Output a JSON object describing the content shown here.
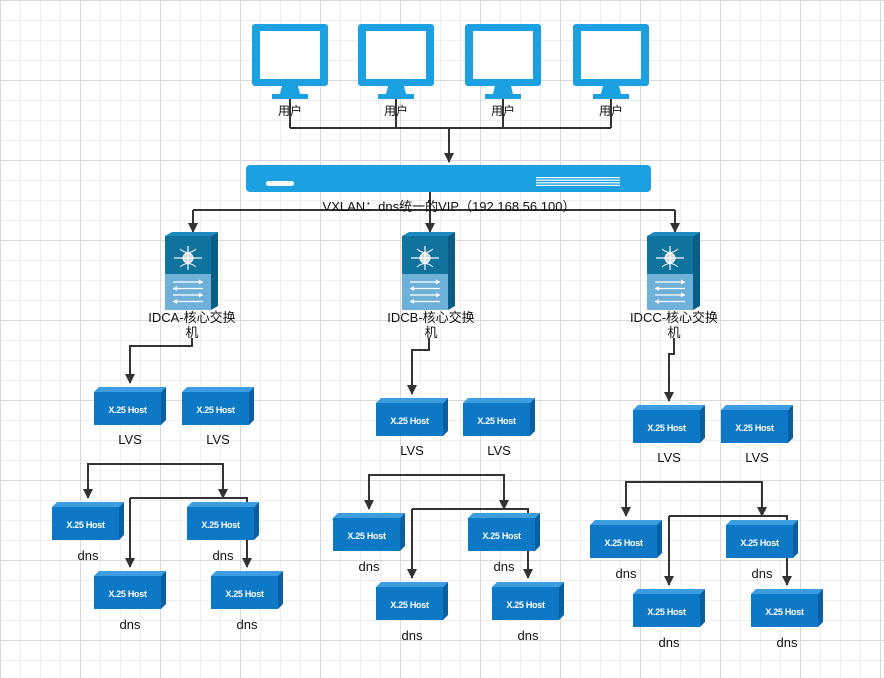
{
  "users": [
    {
      "label": "用户"
    },
    {
      "label": "用户"
    },
    {
      "label": "用户"
    },
    {
      "label": "用户"
    }
  ],
  "gateway": {
    "label": "VXLAN：dns统一的VIP（192.168.56.100）"
  },
  "colors": {
    "monitor": "#1ba1e2",
    "bar": "#1ba1e2",
    "host_front": "#0d78c6",
    "host_top": "#3c9ee0",
    "host_side": "#0a5fa0",
    "switch_top": "#10739e",
    "switch_bottom": "#6fb0d9",
    "line": "#333333"
  },
  "clusters": [
    {
      "switch": {
        "label_line1": "IDCA-核心交换",
        "label_line2": "机"
      },
      "lvs": [
        {
          "host": "X.25 Host",
          "label": "LVS"
        },
        {
          "host": "X.25 Host",
          "label": "LVS"
        }
      ],
      "dns": [
        {
          "host": "X.25 Host",
          "label": "dns"
        },
        {
          "host": "X.25 Host",
          "label": "dns"
        },
        {
          "host": "X.25 Host",
          "label": "dns"
        },
        {
          "host": "X.25 Host",
          "label": "dns"
        }
      ]
    },
    {
      "switch": {
        "label_line1": "IDCB-核心交换",
        "label_line2": "机"
      },
      "lvs": [
        {
          "host": "X.25 Host",
          "label": "LVS"
        },
        {
          "host": "X.25 Host",
          "label": "LVS"
        }
      ],
      "dns": [
        {
          "host": "X.25 Host",
          "label": "dns"
        },
        {
          "host": "X.25 Host",
          "label": "dns"
        },
        {
          "host": "X.25 Host",
          "label": "dns"
        },
        {
          "host": "X.25 Host",
          "label": "dns"
        }
      ]
    },
    {
      "switch": {
        "label_line1": "IDCC-核心交换",
        "label_line2": "机"
      },
      "lvs": [
        {
          "host": "X.25 Host",
          "label": "LVS"
        },
        {
          "host": "X.25 Host",
          "label": "LVS"
        }
      ],
      "dns": [
        {
          "host": "X.25 Host",
          "label": "dns"
        },
        {
          "host": "X.25 Host",
          "label": "dns"
        },
        {
          "host": "X.25 Host",
          "label": "dns"
        },
        {
          "host": "X.25 Host",
          "label": "dns"
        }
      ]
    }
  ]
}
